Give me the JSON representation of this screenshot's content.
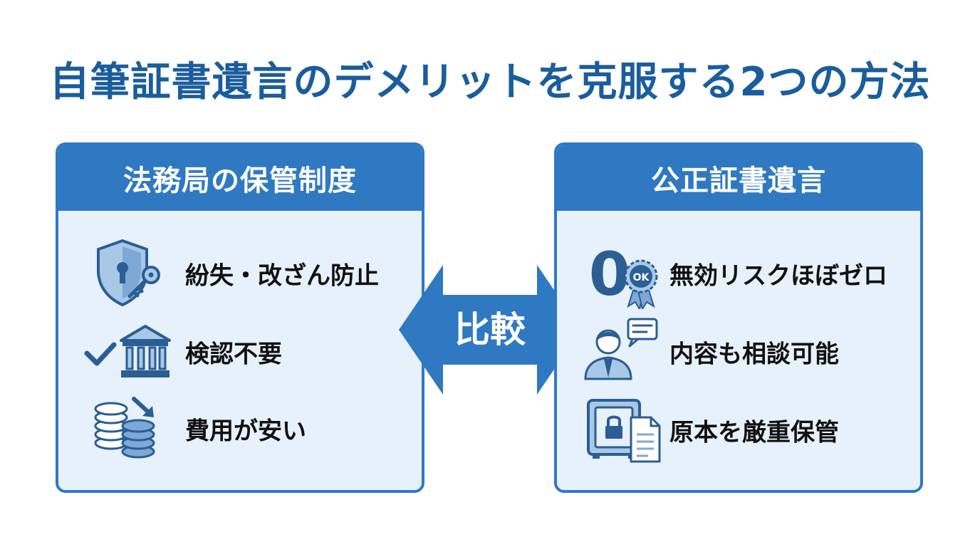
{
  "title": "自筆証書遺言のデメリットを克服する2つの方法",
  "compare_label": "比較",
  "left_panel": {
    "header": "法務局の保管制度",
    "items": [
      {
        "label": "紛失・改ざん防止",
        "icon": "shield-key-icon"
      },
      {
        "label": "検認不要",
        "icon": "checkmark-bank-icon"
      },
      {
        "label": "費用が安い",
        "icon": "coins-down-arrow-icon"
      }
    ]
  },
  "right_panel": {
    "header": "公正証書遺言",
    "items": [
      {
        "label": "無効リスクほぼゼロ",
        "icon": "zero-ok-badge-icon",
        "badge_digit": "0",
        "badge_text": "OK"
      },
      {
        "label": "内容も相談可能",
        "icon": "consultant-speech-icon"
      },
      {
        "label": "原本を厳重保管",
        "icon": "safe-document-icon"
      }
    ]
  },
  "colors": {
    "primary": "#2f79c3",
    "title": "#1a5d9c",
    "panel_bg": "#e7f1fb",
    "icon_dark": "#2b5e93",
    "icon_light": "#a9c8e8"
  }
}
